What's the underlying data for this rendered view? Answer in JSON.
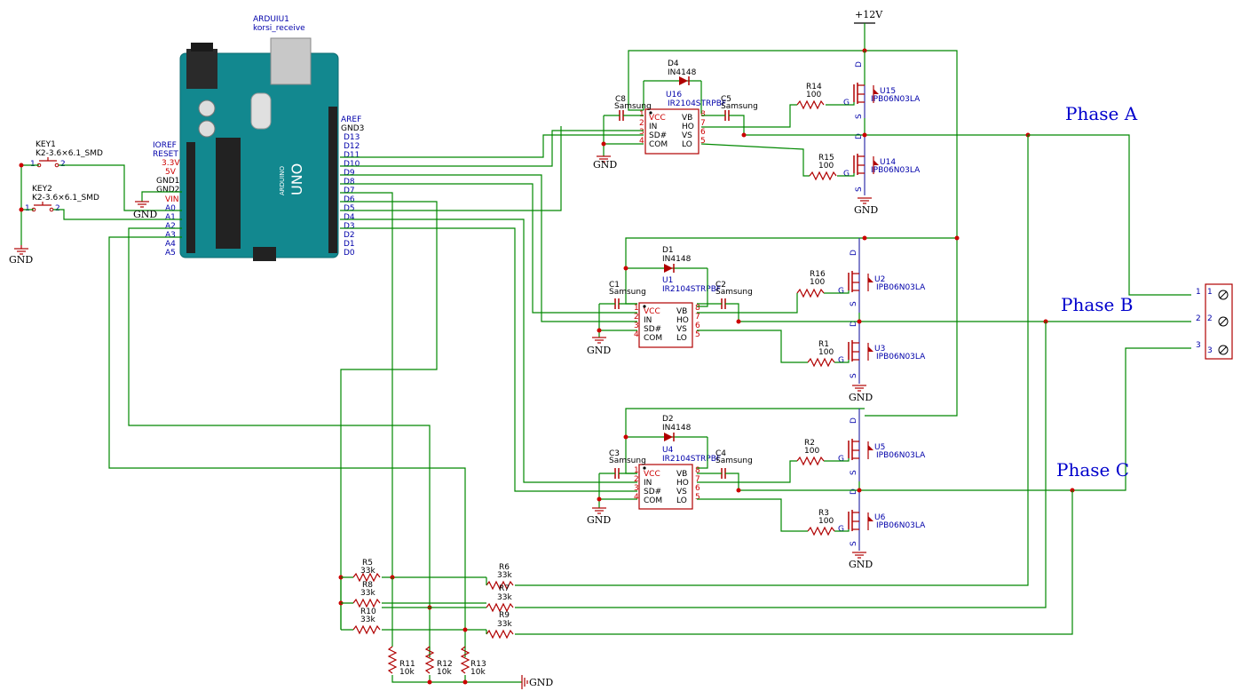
{
  "supply": {
    "vcc": "+12V",
    "gnd": "GND"
  },
  "arduino": {
    "ref": "ARDUIU1",
    "value": "korsi_receive",
    "left_pins": [
      "IOREF",
      "RESET",
      "3.3V",
      "5V",
      "GND1",
      "GND2",
      "VIN",
      "A0",
      "A1",
      "A2",
      "A3",
      "A4",
      "A5"
    ],
    "right_pins": [
      "AREF",
      "GND3",
      "D13",
      "D12",
      "D11",
      "D10",
      "D9",
      "D8",
      "D7",
      "D6",
      "D5",
      "D4",
      "D3",
      "D2",
      "D1",
      "D0"
    ],
    "board_text": "UNO",
    "board_brand": "ARDUINO"
  },
  "keys": [
    {
      "ref": "KEY1",
      "value": "K2-3.6×6.1_SMD",
      "pin1": "1",
      "pin2": "2"
    },
    {
      "ref": "KEY2",
      "value": "K2-3.6×6.1_SMD",
      "pin1": "1",
      "pin2": "2"
    }
  ],
  "phase_labels": [
    "Phase A",
    "Phase B",
    "Phase C"
  ],
  "drivers": [
    {
      "ref": "U16",
      "value": "IR2104STRPBF",
      "diode": "D4",
      "diode_value": "IN4148",
      "cap1": "C8",
      "cap2": "C5",
      "cap_value": "Samsung",
      "rhi": "R14",
      "rlo": "R15",
      "rval": "100",
      "qhi": "U15",
      "qlo": "U14",
      "q_value": "IPB06N03LA"
    },
    {
      "ref": "U1",
      "value": "IR2104STRPBF",
      "diode": "D1",
      "diode_value": "IN4148",
      "cap1": "C1",
      "cap2": "C2",
      "cap_value": "Samsung",
      "rhi": "R16",
      "rlo": "R1",
      "rval": "100",
      "qhi": "U2",
      "qlo": "U3",
      "q_value": "IPB06N03LA"
    },
    {
      "ref": "U4",
      "value": "IR2104STRPBF",
      "diode": "D2",
      "diode_value": "IN4148",
      "cap1": "C3",
      "cap2": "C4",
      "cap_value": "Samsung",
      "rhi": "R2",
      "rlo": "R3",
      "rval": "100",
      "qhi": "U5",
      "qlo": "U6",
      "q_value": "IPB06N03LA"
    }
  ],
  "driver_pins_left": [
    "VCC",
    "IN",
    "SD#",
    "COM"
  ],
  "driver_pins_left_nums": [
    "1",
    "2",
    "3",
    "4"
  ],
  "driver_pins_right": [
    "VB",
    "HO",
    "VS",
    "LO"
  ],
  "driver_pins_right_nums": [
    "8",
    "7",
    "6",
    "5"
  ],
  "mosfet_pins": {
    "d": "D",
    "g": "G",
    "s": "S"
  },
  "dividers": [
    {
      "ref": "R5",
      "value": "33k"
    },
    {
      "ref": "R6",
      "value": "33k"
    },
    {
      "ref": "R8",
      "value": "33k"
    },
    {
      "ref": "R7",
      "value": "33k"
    },
    {
      "ref": "R10",
      "value": "33k"
    },
    {
      "ref": "R9",
      "value": "33k"
    },
    {
      "ref": "R11",
      "value": "10k"
    },
    {
      "ref": "R12",
      "value": "10k"
    },
    {
      "ref": "R13",
      "value": "10k"
    }
  ],
  "connector": {
    "pins": [
      "1",
      "2",
      "3"
    ]
  }
}
